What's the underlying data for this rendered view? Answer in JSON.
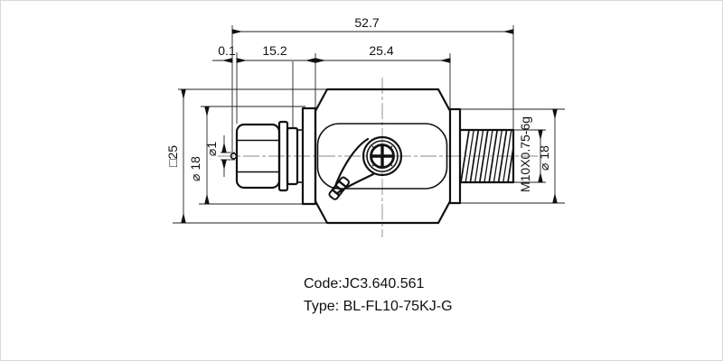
{
  "drawing": {
    "title_hint": "outline drawing of charge-output accelerometer / connector part",
    "colors": {
      "ink": "#111111",
      "background": "#ffffff",
      "centerline": "#8a8a8a"
    },
    "dimensions": {
      "overall_length": "52.7",
      "tip_offset": "0.1",
      "left_section_length": "15.2",
      "body_length": "25.4",
      "body_square": "□25",
      "left_collar_diameter": "⌀ 18",
      "pin_diameter": "⌀1",
      "thread_spec": "M10X0.75-6g",
      "right_collar_diameter": "⌀ 18"
    },
    "notes": {
      "code": "Code:JC3.640.561",
      "type": "Type: BL-FL10-75KJ-G"
    }
  }
}
